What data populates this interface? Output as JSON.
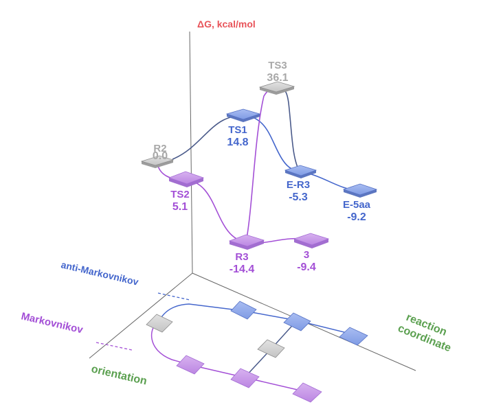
{
  "axis": {
    "energy_label": "ΔG, kcal/mol",
    "reaction_label_line1": "reaction",
    "reaction_label_line2": "coordinate",
    "orientation_label": "orientation"
  },
  "pathways": {
    "anti": "anti-Markovnikov",
    "mark": "Markovnikov"
  },
  "colors": {
    "axis_label": "#e8545a",
    "blue": "#4466cc",
    "blue_fill": "#8fa9ea",
    "purple": "#a34fd6",
    "purple_fill": "#c99be8",
    "gray": "#a8a8a8",
    "gray_fill": "#d2d2d2",
    "green": "#5ba050"
  },
  "states": {
    "R2": {
      "name": "R2",
      "energy": "0.0"
    },
    "TS1": {
      "name": "TS1",
      "energy": "14.8"
    },
    "TS3": {
      "name": "TS3",
      "energy": "36.1"
    },
    "ER3": {
      "name": "E-R3",
      "energy": "-5.3"
    },
    "E5aa": {
      "name": "E-5aa",
      "energy": "-9.2"
    },
    "TS2": {
      "name": "TS2",
      "energy": "5.1"
    },
    "R3": {
      "name": "R3",
      "energy": "-14.4"
    },
    "P3": {
      "name": "3",
      "energy": "-9.4"
    }
  }
}
